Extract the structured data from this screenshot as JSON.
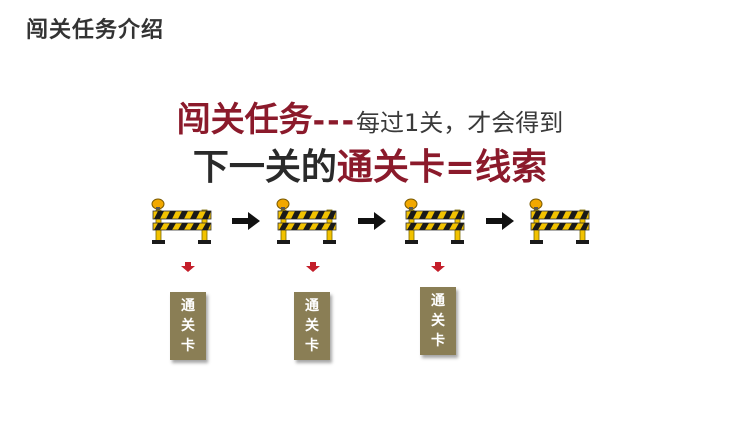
{
  "page_title": "闯关任务介绍",
  "headline": {
    "line1_red": "闯关任务",
    "line1_dash": "---",
    "line1_normal": "每过1关，才会得到",
    "line2_dark": "下一关的",
    "line2_red": "通关卡=线索"
  },
  "card_chars": [
    "通",
    "关",
    "卡"
  ],
  "colors": {
    "accent_red": "#8b1a2b",
    "card": "#8a7e55",
    "barrier_yellow": "#f2c200",
    "stripe_black": "#1a1a1a"
  },
  "icons": {
    "barrier": "road-barrier-icon",
    "arrow": "right-arrow-icon",
    "down_arrow": "down-arrow-icon"
  }
}
